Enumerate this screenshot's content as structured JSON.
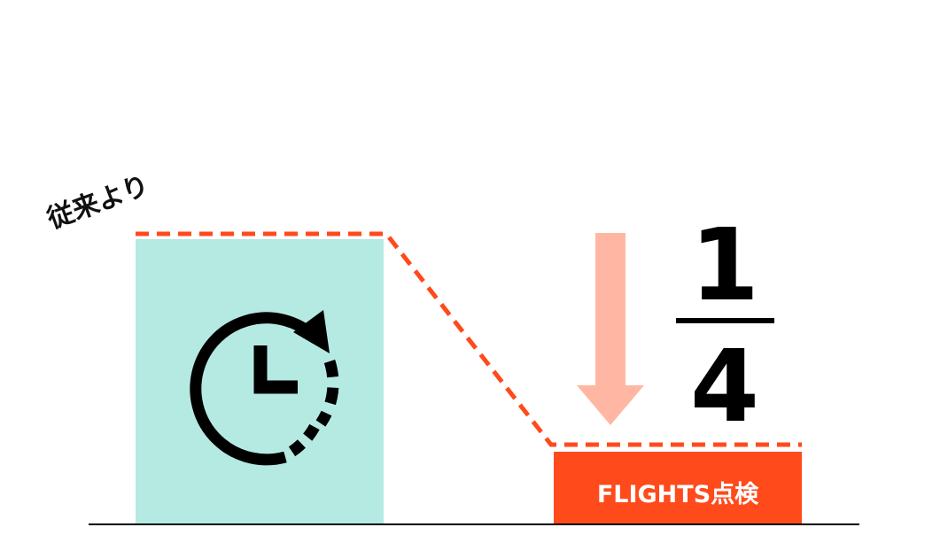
{
  "before_label": "従来より",
  "after_label": "FLIGHTS点検",
  "fraction": {
    "numerator": "1",
    "denominator": "4"
  },
  "icons": {
    "clock": "clock-rotate-icon",
    "arrow": "down-arrow-icon"
  },
  "colors": {
    "before_block": "#b5eae3",
    "after_block": "#ff4a1c",
    "dashed_line": "#ff4a1c",
    "arrow": "#ffb7a3",
    "ink": "#000000"
  }
}
